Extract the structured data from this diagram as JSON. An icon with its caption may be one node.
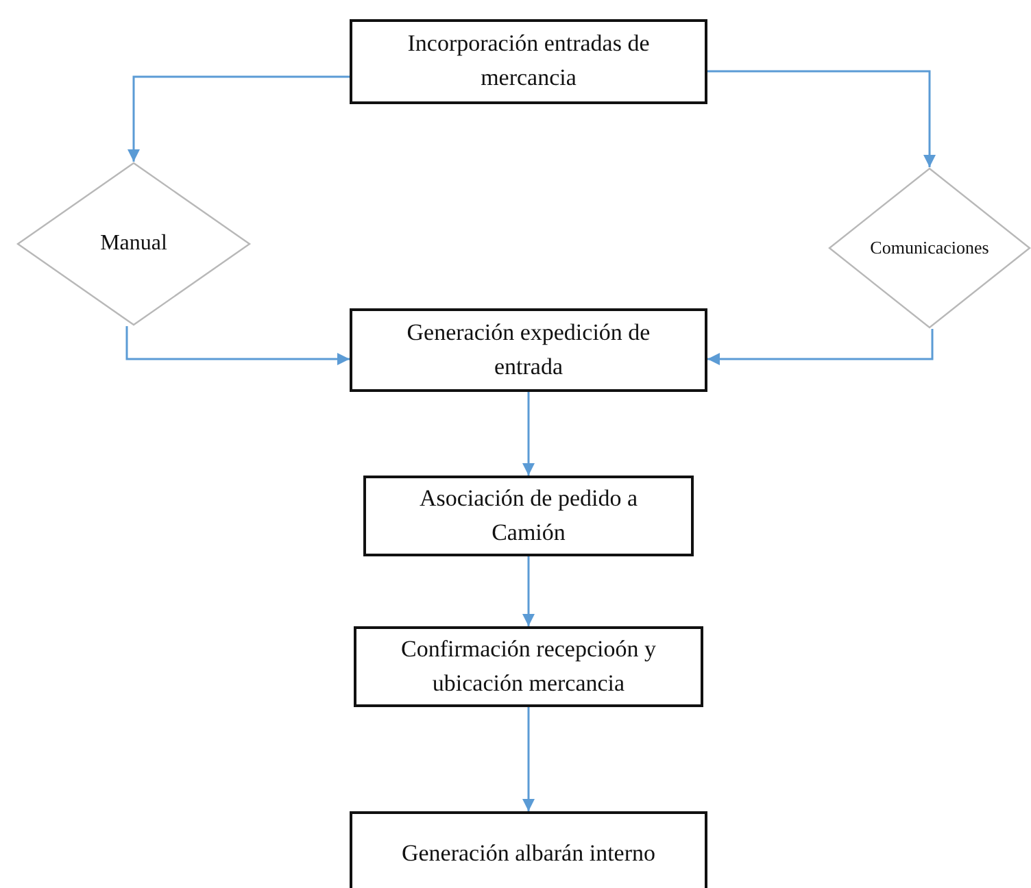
{
  "diagram": {
    "nodes": [
      {
        "text": [
          "Incorporación entradas de mercancia"
        ]
      },
      {
        "text": [
          "Manual"
        ]
      },
      {
        "text": [
          "Comunicaciones"
        ]
      },
      {
        "text": [
          "Generación expedición de entrada"
        ]
      },
      {
        "text": [
          "Asociación de pedido a Camión"
        ]
      },
      {
        "text": [
          "Confirmación recepcioón y ubicación mercancia"
        ]
      },
      {
        "text": [
          "Generación albarán interno"
        ]
      }
    ],
    "edges": [
      {
        "from": 0,
        "to": 1,
        "arrow": "to"
      },
      {
        "from": 0,
        "to": 2,
        "arrow": "to"
      },
      {
        "from": 1,
        "to": 3,
        "arrow": "to"
      },
      {
        "from": 2,
        "to": 3,
        "arrow": "to"
      },
      {
        "from": 3,
        "to": 4,
        "arrow": "to"
      },
      {
        "from": 4,
        "to": 5,
        "arrow": "to"
      },
      {
        "from": 5,
        "to": 6,
        "arrow": "to"
      }
    ]
  }
}
